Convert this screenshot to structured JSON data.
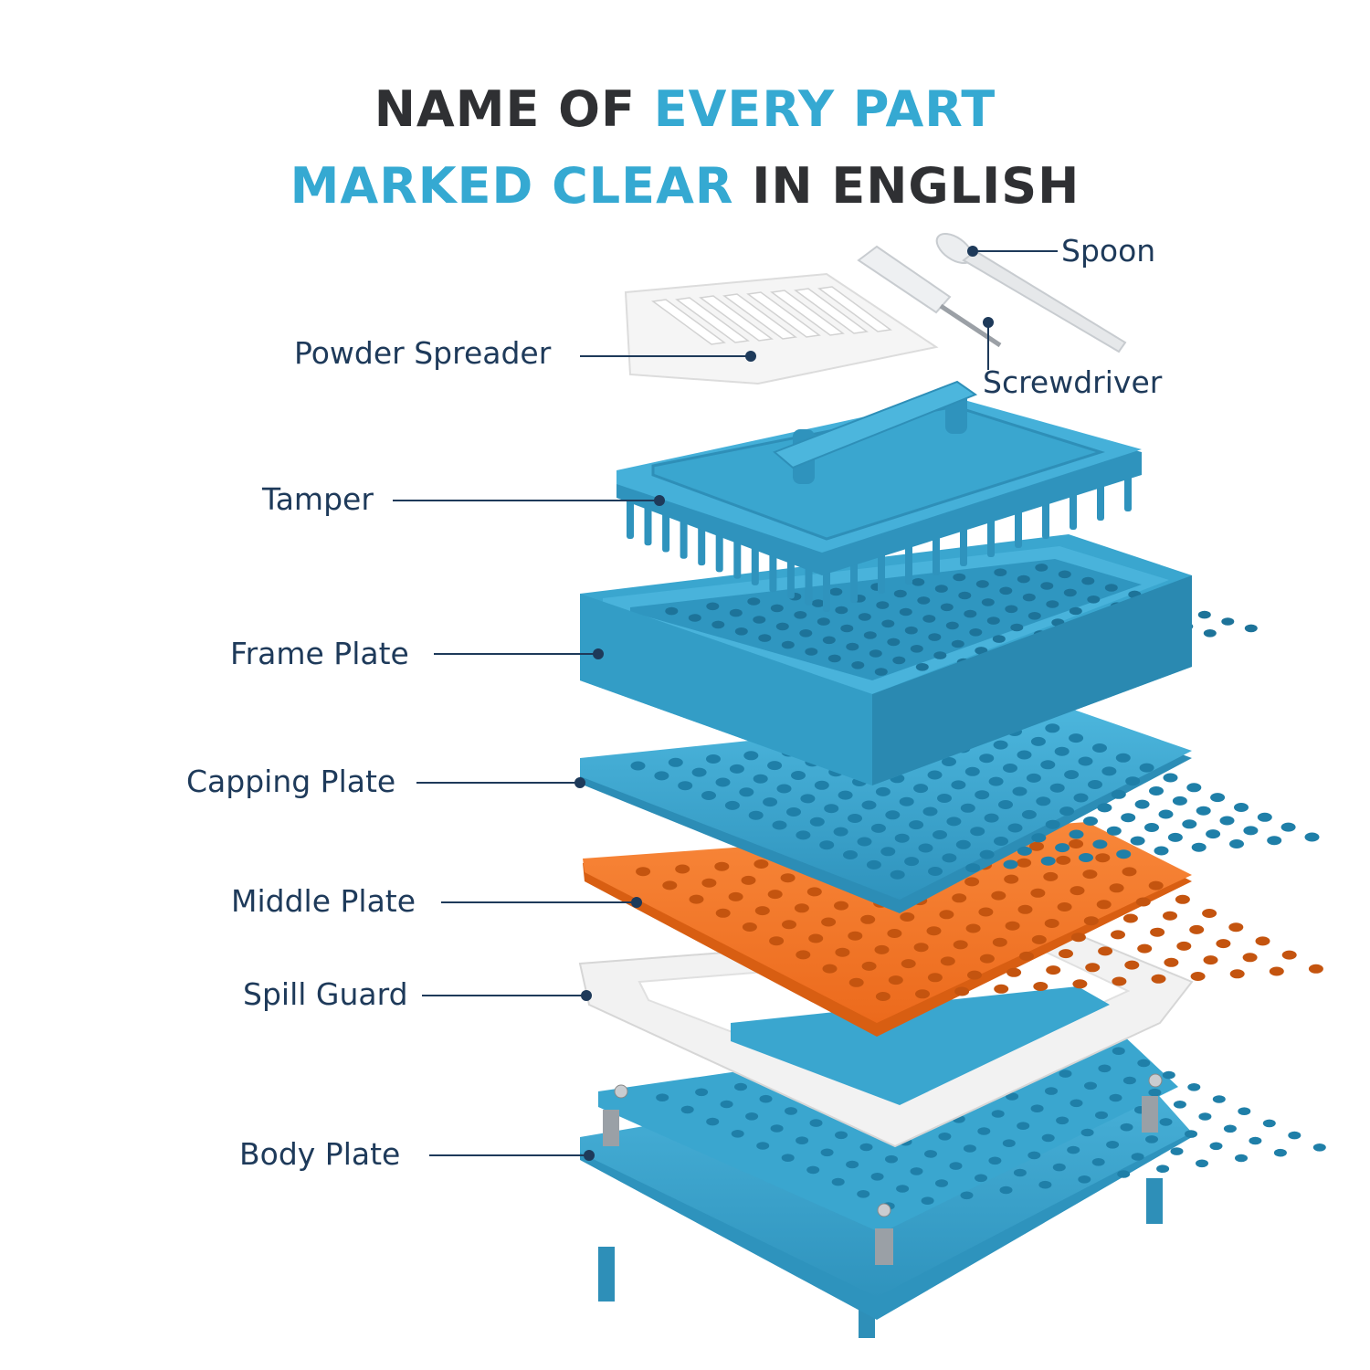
{
  "headline": {
    "line1": {
      "dark": "NAME OF ",
      "accent": "EVERY PART"
    },
    "line2": {
      "accent": "MARKED CLEAR",
      "dark": " IN ENGLISH"
    }
  },
  "labels": {
    "spoon": "Spoon",
    "powder_spreader": "Powder Spreader",
    "screwdriver": "Screwdriver",
    "tamper": "Tamper",
    "frame_plate": "Frame Plate",
    "capping_plate": "Capping Plate",
    "middle_plate": "Middle Plate",
    "spill_guard": "Spill Guard",
    "body_plate": "Body Plate"
  },
  "colors": {
    "text_dark": "#2f3033",
    "accent": "#35a9d2",
    "label": "#1e3a5a",
    "plate_blue": "#3aa6cf",
    "plate_orange": "#f47a2a",
    "spill_guard_white": "#f4f4f4"
  }
}
